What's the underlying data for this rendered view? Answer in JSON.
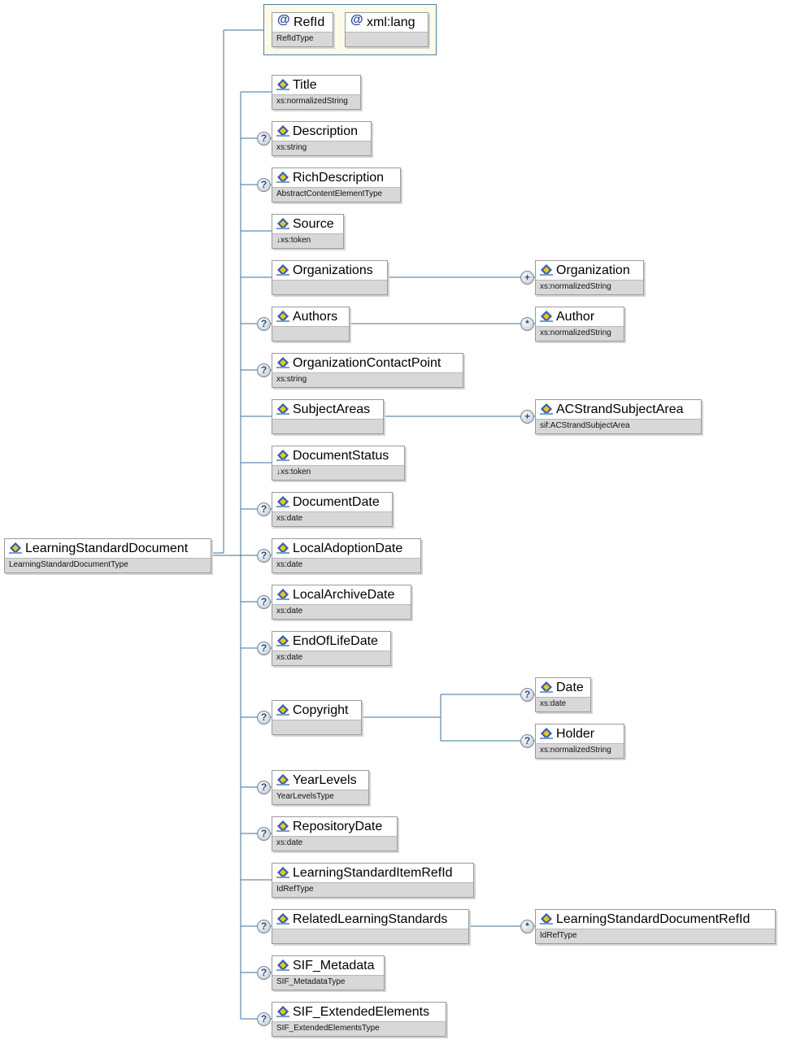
{
  "root": {
    "name": "LearningStandardDocument",
    "type": "LearningStandardDocumentType"
  },
  "attributes": [
    {
      "name": "RefId",
      "type": "RefIdType"
    },
    {
      "name": "xml:lang",
      "type": ""
    }
  ],
  "elements": [
    {
      "name": "Title",
      "type": "xs:normalizedString"
    },
    {
      "name": "Description",
      "type": "xs:string"
    },
    {
      "name": "RichDescription",
      "type": "AbstractContentElementType"
    },
    {
      "name": "Source",
      "type": "↓xs:token"
    },
    {
      "name": "Organizations",
      "type": ""
    },
    {
      "name": "Authors",
      "type": ""
    },
    {
      "name": "OrganizationContactPoint",
      "type": "xs:string"
    },
    {
      "name": "SubjectAreas",
      "type": ""
    },
    {
      "name": "DocumentStatus",
      "type": "↓xs:token"
    },
    {
      "name": "DocumentDate",
      "type": "xs:date"
    },
    {
      "name": "LocalAdoptionDate",
      "type": "xs:date"
    },
    {
      "name": "LocalArchiveDate",
      "type": "xs:date"
    },
    {
      "name": "EndOfLifeDate",
      "type": "xs:date"
    },
    {
      "name": "Copyright",
      "type": ""
    },
    {
      "name": "YearLevels",
      "type": "YearLevelsType"
    },
    {
      "name": "RepositoryDate",
      "type": "xs:date"
    },
    {
      "name": "LearningStandardItemRefId",
      "type": "IdRefType"
    },
    {
      "name": "RelatedLearningStandards",
      "type": ""
    },
    {
      "name": "SIF_Metadata",
      "type": "SIF_MetadataType"
    },
    {
      "name": "SIF_ExtendedElements",
      "type": "SIF_ExtendedElementsType"
    }
  ],
  "children": [
    {
      "name": "Organization",
      "type": "xs:normalizedString"
    },
    {
      "name": "Author",
      "type": "xs:normalizedString"
    },
    {
      "name": "ACStrandSubjectArea",
      "type": "sif:ACStrandSubjectArea"
    },
    {
      "name": "Date",
      "type": "xs:date"
    },
    {
      "name": "Holder",
      "type": "xs:normalizedString"
    },
    {
      "name": "LearningStandardDocumentRefId",
      "type": "IdRefType"
    }
  ],
  "badges": {
    "optional": "?",
    "one_or_more": "+",
    "zero_or_more": "*"
  },
  "colors": {
    "connector": "#3f6f9a",
    "node_border": "#9a9a9a",
    "type_band": "#d8d8d8",
    "attr_group_bg": "#fbfbe8"
  }
}
